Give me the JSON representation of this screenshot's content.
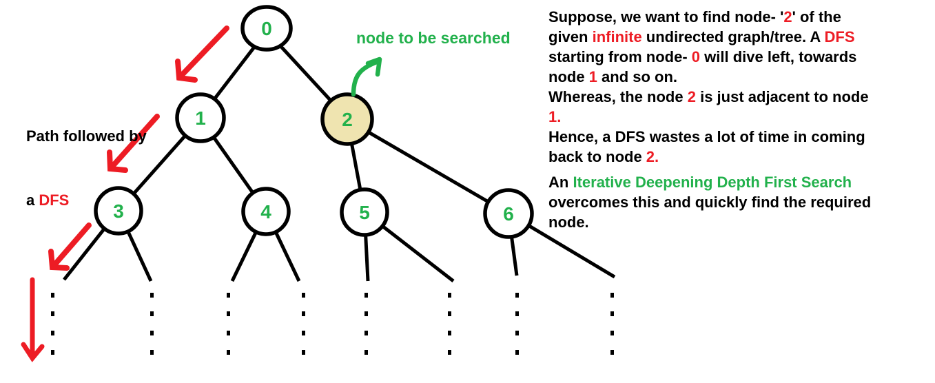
{
  "colors": {
    "black": "#000000",
    "red": "#ED1C24",
    "green": "#22B14C",
    "node_fill_highlight": "#EFE4B0",
    "node_fill": "#FFFFFF",
    "edge": "#000000",
    "background": "#FFFFFF"
  },
  "tree": {
    "node_labels": [
      "0",
      "1",
      "2",
      "3",
      "4",
      "5",
      "6"
    ],
    "highlighted_node_label": "2"
  },
  "annotations": {
    "path_label_lines": [
      {
        "segments": [
          {
            "t": "Path followed by",
            "c": "black"
          }
        ]
      },
      {
        "segments": [
          {
            "t": "a ",
            "c": "black"
          },
          {
            "t": "DFS",
            "c": "red"
          }
        ]
      }
    ],
    "search_label": {
      "segments": [
        {
          "t": "node to be searched",
          "c": "green"
        }
      ]
    }
  },
  "explanation": {
    "lines": [
      {
        "segments": [
          {
            "t": "Suppose, we want to find node- '",
            "c": "black"
          },
          {
            "t": "2",
            "c": "red"
          },
          {
            "t": "' of the",
            "c": "black"
          }
        ]
      },
      {
        "segments": [
          {
            "t": "given ",
            "c": "black"
          },
          {
            "t": "infinite",
            "c": "red"
          },
          {
            "t": " undirected graph/tree. A ",
            "c": "black"
          },
          {
            "t": "DFS",
            "c": "red"
          }
        ]
      },
      {
        "segments": [
          {
            "t": "starting from node- ",
            "c": "black"
          },
          {
            "t": "0",
            "c": "red"
          },
          {
            "t": " will dive left, towards",
            "c": "black"
          }
        ]
      },
      {
        "segments": [
          {
            "t": "node ",
            "c": "black"
          },
          {
            "t": "1",
            "c": "red"
          },
          {
            "t": " and so on.",
            "c": "black"
          }
        ]
      },
      {
        "segments": [
          {
            "t": "Whereas, the node ",
            "c": "black"
          },
          {
            "t": "2",
            "c": "red"
          },
          {
            "t": " is just adjacent to node",
            "c": "black"
          }
        ]
      },
      {
        "segments": [
          {
            "t": "1.",
            "c": "red"
          }
        ]
      },
      {
        "segments": [
          {
            "t": "Hence, a DFS wastes a lot of time in coming",
            "c": "black"
          }
        ]
      },
      {
        "segments": [
          {
            "t": "back to node ",
            "c": "black"
          },
          {
            "t": "2.",
            "c": "red"
          }
        ]
      },
      {
        "segments": [
          {
            "t": "An ",
            "c": "black"
          },
          {
            "t": "Iterative Deepening Depth First Search",
            "c": "green"
          }
        ],
        "para_start": true
      },
      {
        "segments": [
          {
            "t": "overcomes this and quickly find the required",
            "c": "black"
          }
        ]
      },
      {
        "segments": [
          {
            "t": "node.",
            "c": "black"
          }
        ]
      }
    ]
  },
  "infinity_dots": {
    "columns": 8,
    "rows": 4
  }
}
